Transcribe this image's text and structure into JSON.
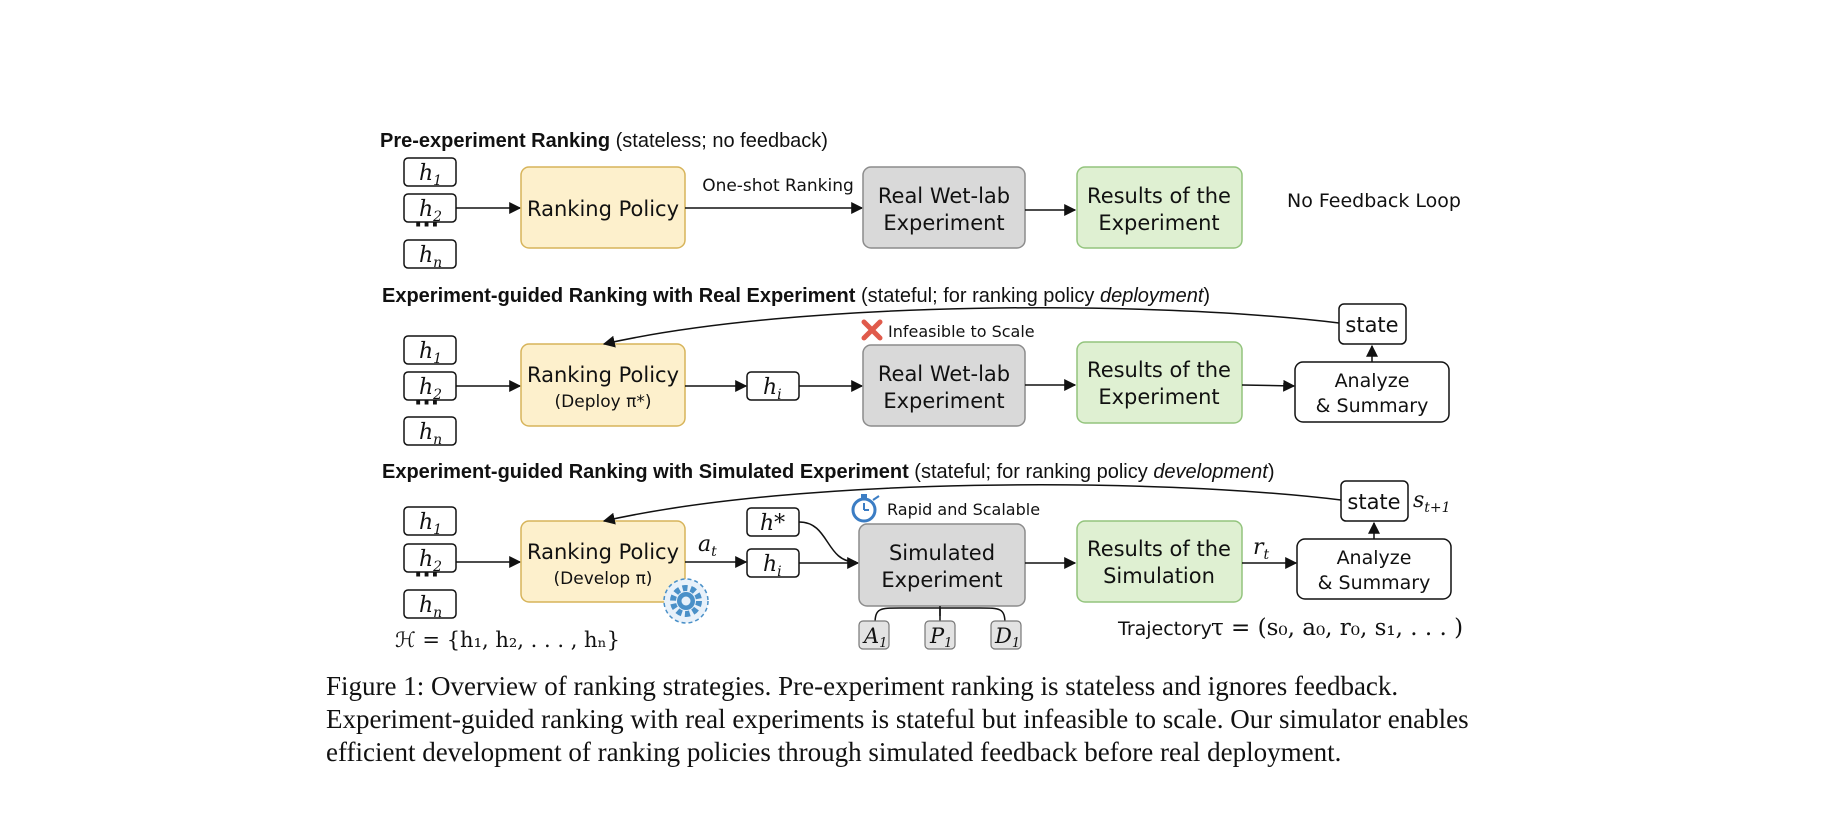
{
  "colors": {
    "policy_fill": "#fdf0cc",
    "policy_stroke": "#d7b45a",
    "experiment_fill": "#d9d9d9",
    "experiment_stroke": "#8c8c8c",
    "results_fill": "#dff0d2",
    "results_stroke": "#93c47d",
    "x_mark": "#e05a4b",
    "gear": "#4a90c8"
  },
  "row1": {
    "title_bold": "Pre-experiment Ranking",
    "title_rest": " (stateless; no feedback)",
    "policy": "Ranking Policy",
    "arrow_label": "One-shot Ranking",
    "experiment_l1": "Real Wet-lab",
    "experiment_l2": "Experiment",
    "results_l1": "Results of the",
    "results_l2": "Experiment",
    "note": "No Feedback Loop"
  },
  "row2": {
    "title_bold": "Experiment-guided Ranking with Real Experiment",
    "title_rest1": " (stateful; for ranking policy ",
    "title_italic": "deployment",
    "title_rest2": ")",
    "policy_l1": "Ranking Policy",
    "policy_l2": "(Deploy π*)",
    "hi": "h",
    "hi_sub": "i",
    "infeasible": "Infeasible to Scale",
    "experiment_l1": "Real Wet-lab",
    "experiment_l2": "Experiment",
    "results_l1": "Results of the",
    "results_l2": "Experiment",
    "analyze_l1": "Analyze",
    "analyze_l2": "& Summary",
    "state": "state"
  },
  "row3": {
    "title_bold": "Experiment-guided Ranking with Simulated Experiment",
    "title_rest1": " (stateful; for ranking policy ",
    "title_italic": "development",
    "title_rest2": ")",
    "policy_l1": "Ranking Policy",
    "policy_l2": "(Develop π)",
    "at": "a",
    "at_sub": "t",
    "hstar": "h*",
    "hi": "h",
    "hi_sub": "i",
    "rapid": "Rapid and Scalable",
    "experiment_l1": "Simulated",
    "experiment_l2": "Experiment",
    "inputs": [
      "A",
      "P",
      "D"
    ],
    "input_sub": "1",
    "results_l1": "Results of the",
    "results_l2": "Simulation",
    "rt": "r",
    "rt_sub": "t",
    "analyze_l1": "Analyze",
    "analyze_l2": "& Summary",
    "state": "state",
    "st1": "s",
    "st1_sub": "t+1",
    "hyp_set": "ℋ = {h₁, h₂, . . . , hₙ}",
    "trajectory_label": "Trajectory",
    "trajectory_math": "τ = (s₀, a₀, r₀, s₁, . . . )"
  },
  "hyp_labels": [
    "h",
    "h",
    "h"
  ],
  "hyp_subs": [
    "1",
    "2",
    "n"
  ],
  "caption": "Figure 1: Overview of ranking strategies. Pre-experiment ranking is stateless and ignores feedback. Experiment-guided ranking with real experiments is stateful but infeasible to scale. Our simulator enables efficient development of ranking policies through simulated feedback before real deployment."
}
